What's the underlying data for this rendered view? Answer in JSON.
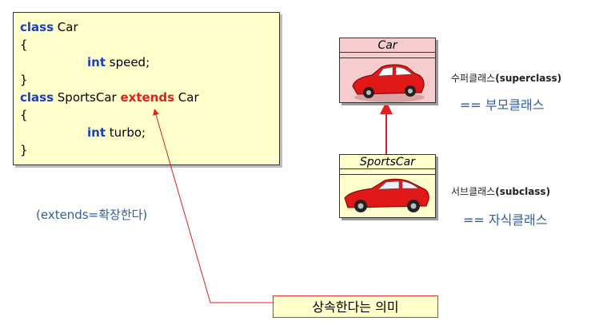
{
  "code": {
    "line1_kw": "class",
    "line1_rest": " Car",
    "line2": "{",
    "line3_kw": "int",
    "line3_rest": " speed;",
    "line4": "}",
    "line5_kw": "class",
    "line5_mid": " SportsCar ",
    "line5_ext": "extends",
    "line5_rest": " Car",
    "line6": "{",
    "line7_kw": "int",
    "line7_rest": " turbo;",
    "line8": "}"
  },
  "annotations": {
    "extends_note": "(extends=확장한다)",
    "meaning": "상속한다는 의미"
  },
  "uml": {
    "parent_title": "Car",
    "child_title": "SportsCar"
  },
  "labels": {
    "superclass_prefix": "수퍼클래스",
    "superclass_suffix": "(superclass)",
    "superclass_alias": "== 부모클래스",
    "subclass_prefix": "서브클래스",
    "subclass_suffix": "(subclass)",
    "subclass_alias": "== 자식클래스"
  },
  "colors": {
    "keyword": "#1a3fc4",
    "extends": "#e02020",
    "arrow": "#e02020",
    "alias_text": "#2e5fa8"
  }
}
